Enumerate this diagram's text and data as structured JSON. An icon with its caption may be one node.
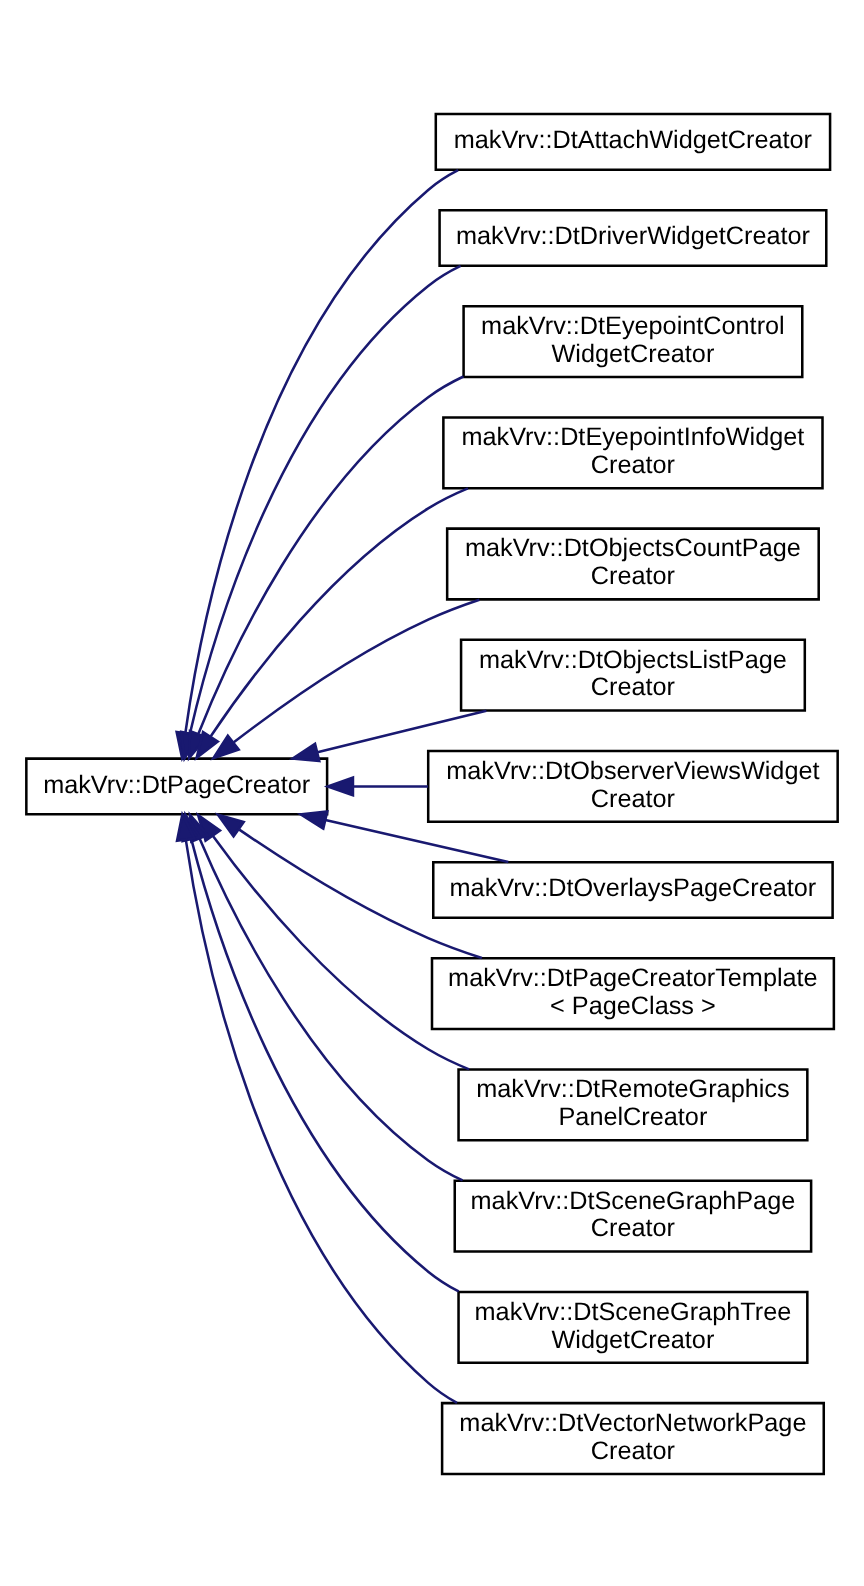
{
  "diagram": {
    "nodes": [
      {
        "text": [
          "makVrv::DtPageCreator"
        ]
      },
      {
        "text": [
          "makVrv::DtAttachWidgetCreator"
        ]
      },
      {
        "text": [
          "makVrv::DtDriverWidgetCreator"
        ]
      },
      {
        "text": [
          "makVrv::DtEyepointControl WidgetCreator"
        ]
      },
      {
        "text": [
          "makVrv::DtEyepointInfoWidget Creator"
        ]
      },
      {
        "text": [
          "makVrv::DtObjectsCountPage Creator"
        ]
      },
      {
        "text": [
          "makVrv::DtObjectsListPage Creator"
        ]
      },
      {
        "text": [
          "makVrv::DtObserverViewsWidget Creator"
        ]
      },
      {
        "text": [
          "makVrv::DtOverlaysPageCreator"
        ]
      },
      {
        "text": [
          "makVrv::DtPageCreatorTemplate < PageClass >"
        ]
      },
      {
        "text": [
          "makVrv::DtRemoteGraphics PanelCreator"
        ]
      },
      {
        "text": [
          "makVrv::DtSceneGraphPage Creator"
        ]
      },
      {
        "text": [
          "makVrv::DtSceneGraphTree WidgetCreator"
        ]
      },
      {
        "text": [
          "makVrv::DtVectorNetworkPage Creator"
        ]
      }
    ],
    "edges": [
      {
        "from": 1,
        "to": 0,
        "arrow": "to"
      },
      {
        "from": 2,
        "to": 0,
        "arrow": "to"
      },
      {
        "from": 3,
        "to": 0,
        "arrow": "to"
      },
      {
        "from": 4,
        "to": 0,
        "arrow": "to"
      },
      {
        "from": 5,
        "to": 0,
        "arrow": "to"
      },
      {
        "from": 6,
        "to": 0,
        "arrow": "to"
      },
      {
        "from": 7,
        "to": 0,
        "arrow": "to"
      },
      {
        "from": 8,
        "to": 0,
        "arrow": "to"
      },
      {
        "from": 9,
        "to": 0,
        "arrow": "to"
      },
      {
        "from": 10,
        "to": 0,
        "arrow": "to"
      },
      {
        "from": 11,
        "to": 0,
        "arrow": "to"
      },
      {
        "from": 12,
        "to": 0,
        "arrow": "to"
      },
      {
        "from": 13,
        "to": 0,
        "arrow": "to"
      }
    ]
  }
}
